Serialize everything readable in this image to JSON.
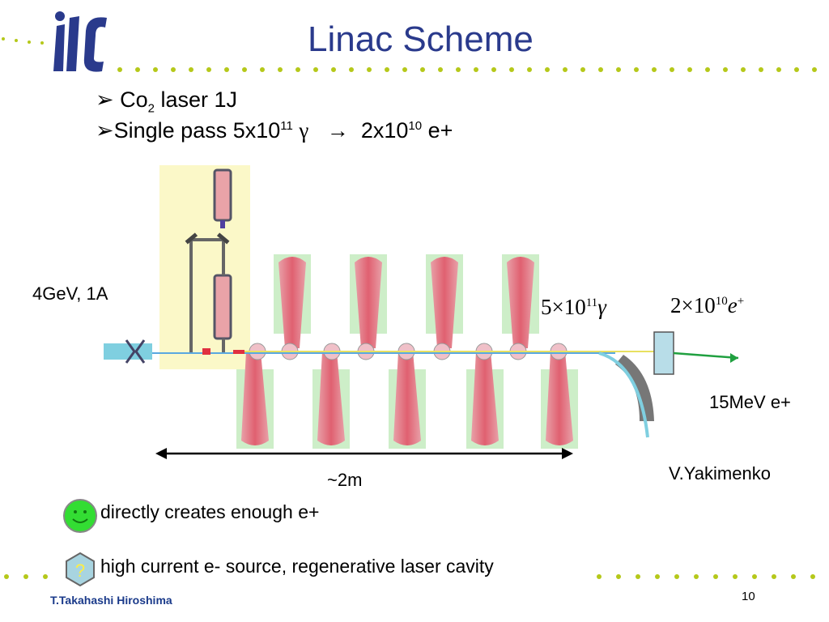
{
  "logo": {
    "text": "ilc"
  },
  "title": "Linac Scheme",
  "bullets": [
    {
      "pre": "Co",
      "sub": "2",
      "post": " laser  1J"
    },
    {
      "pre": "Single pass  5x10",
      "sup": "11",
      "gamma": "γ",
      "arrow": "→",
      "mid": "2x10",
      "sup2": "10",
      "post": " e+"
    }
  ],
  "diagram": {
    "beam_label": "4GeV, 1A",
    "gamma_label": {
      "base": "5×10",
      "exp": "11",
      "sym": "γ"
    },
    "positron_label": {
      "base": "2×10",
      "exp": "10",
      "sym": "e",
      "sup": "+"
    },
    "energy_label": "15MeV e+",
    "length_label": "~2m",
    "credit": "V.Yakimenko"
  },
  "legend": [
    {
      "icon": "smiley-icon",
      "text": "directly creates enough e+"
    },
    {
      "icon": "question-icon",
      "glyph": "?",
      "text": "high current e- source, regenerative laser cavity"
    }
  ],
  "footer": "T.Takahashi   Hiroshima",
  "page_number": "10",
  "colors": {
    "title": "#2a3a8c",
    "dots": "#b5c81a",
    "laser_focus": "#e06070",
    "cavity_bg": "#fbf8c8",
    "green_bg": "#cdeec8"
  }
}
